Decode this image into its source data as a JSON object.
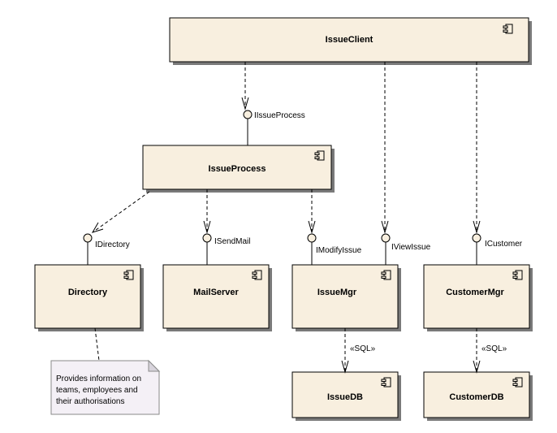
{
  "components": {
    "issue_client": "IssueClient",
    "issue_process": "IssueProcess",
    "directory": "Directory",
    "mail_server": "MailServer",
    "issue_mgr": "IssueMgr",
    "customer_mgr": "CustomerMgr",
    "issue_db": "IssueDB",
    "customer_db": "CustomerDB"
  },
  "interfaces": {
    "iissue_process": "IIssueProcess",
    "idirectory": "IDirectory",
    "isend_mail": "ISendMail",
    "imodify_issue": "IModifyIssue",
    "iview_issue": "IViewIssue",
    "icustomer": "ICustomer"
  },
  "stereotypes": {
    "sql_issue": "«SQL»",
    "sql_customer": "«SQL»"
  },
  "note": {
    "lines": [
      "Provides information on",
      "teams, employees and",
      "their authorisations"
    ]
  },
  "icons": {
    "component": "component-icon",
    "interface": "lollipop-icon",
    "note": "note-icon"
  },
  "colors": {
    "component_fill": "#f8efdf",
    "note_fill": "#f4f0f6",
    "shadow": "#7a7a7a"
  }
}
